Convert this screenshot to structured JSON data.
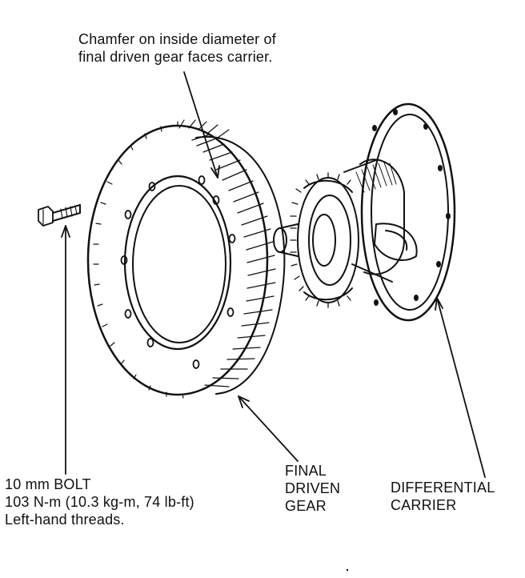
{
  "labels": {
    "chamfer": {
      "line1": "Chamfer on inside diameter of",
      "line2": "final driven gear faces carrier."
    },
    "bolt": {
      "line1": "10 mm BOLT",
      "line2": "103 N-m (10.3 kg-m, 74 lb-ft)",
      "line3": "Left-hand threads."
    },
    "gear": {
      "line1": "FINAL",
      "line2": "DRIVEN",
      "line3": "GEAR"
    },
    "carrier": {
      "line1": "DIFFERENTIAL",
      "line2": "CARRIER"
    }
  },
  "colors": {
    "ink": "#111111",
    "paper": "#ffffff"
  }
}
